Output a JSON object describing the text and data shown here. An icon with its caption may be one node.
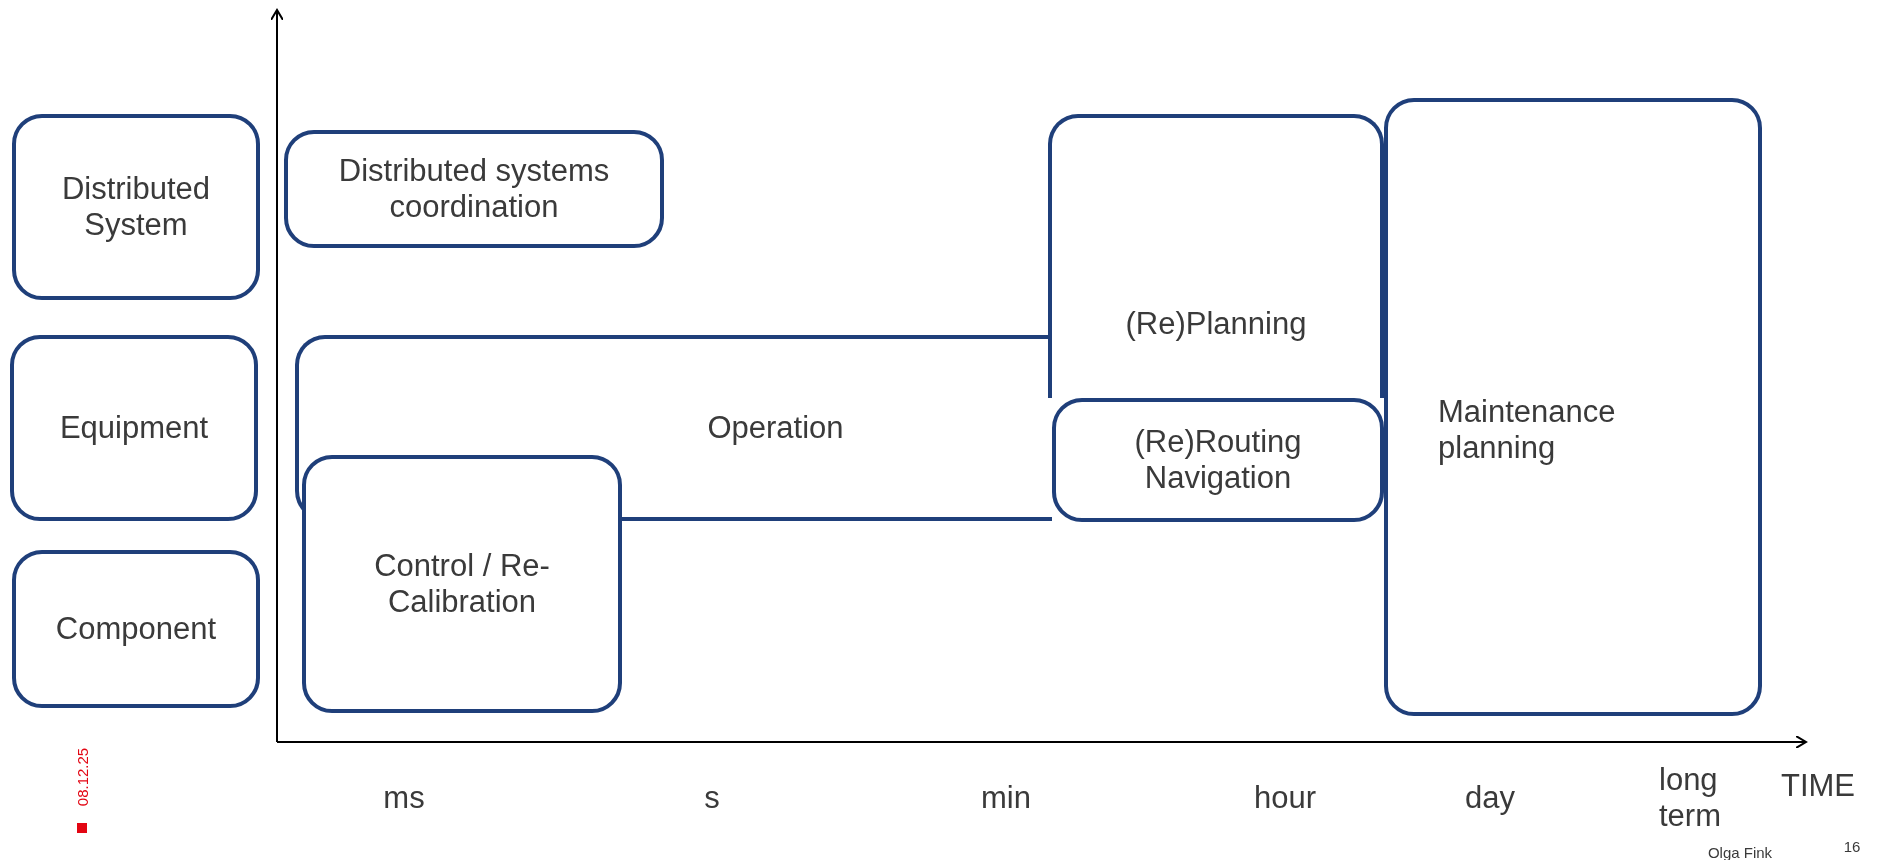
{
  "diagram": {
    "nodes": [
      {
        "text": [
          "Distributed System"
        ]
      },
      {
        "text": [
          "Equipment"
        ]
      },
      {
        "text": [
          "Component"
        ]
      },
      {
        "text": [
          "Distributed systems coordination"
        ]
      },
      {
        "text": [
          "Operation"
        ]
      },
      {
        "text": [
          "Control / Re-Calibration"
        ]
      },
      {
        "text": [
          "(Re)Planning"
        ]
      },
      {
        "text": [
          "(Re)Routing Navigation"
        ]
      },
      {
        "text": [
          "Maintenance planning"
        ]
      }
    ],
    "labels": [
      "ms",
      "s",
      "min",
      "hour",
      "day",
      "long term",
      "TIME",
      "08.12.25",
      "Olga Fink",
      "16"
    ]
  }
}
